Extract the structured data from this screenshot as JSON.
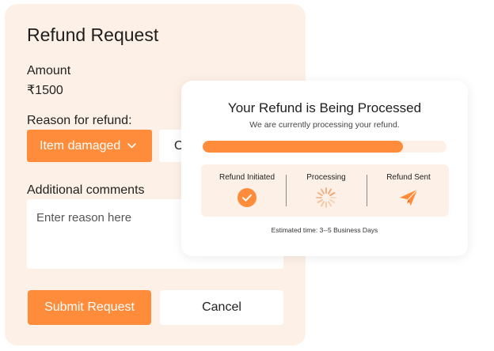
{
  "form": {
    "title": "Refund Request",
    "amount_label": "Amount",
    "amount_value": "₹1500",
    "reason_label": "Reason for refund:",
    "reason_selected": "Item damaged",
    "reason_other_option": "Other",
    "comments_label": "Additional comments",
    "comments_placeholder": "Enter reason here",
    "submit_label": "Submit Request",
    "cancel_label": "Cancel"
  },
  "status": {
    "title": "Your Refund is Being Processed",
    "subtitle": "We are currently processing your refund.",
    "progress_fraction": 0.82,
    "steps": [
      {
        "label": "Refund Initiated",
        "icon": "check-circle-icon"
      },
      {
        "label": "Processing",
        "icon": "spinner-icon"
      },
      {
        "label": "Refund Sent",
        "icon": "paper-plane-icon"
      }
    ],
    "eta": "Estimated time: 3--5 Business Days"
  },
  "colors": {
    "accent": "#ff8c3a",
    "panel_bg": "#fdf0e6"
  }
}
